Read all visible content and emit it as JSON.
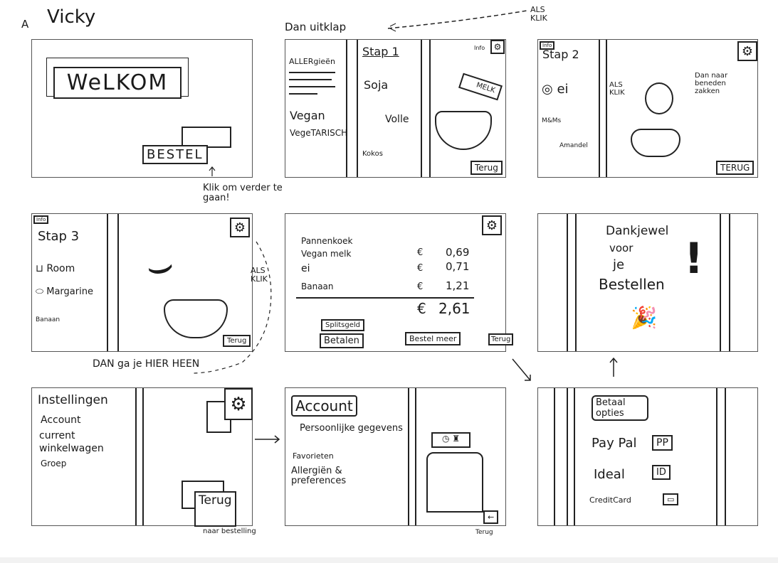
{
  "header": {
    "letter": "A",
    "author": "Vicky"
  },
  "annotations": {
    "als_klik_top": "ALS KLIK",
    "dan_uitklap": "Dan uitklap",
    "klik_om_verder": "Klik om verder te gaan!",
    "als_klik_mid": "ALS KLIK",
    "dan_ga_je": "DAN ga je HIER HEEN",
    "terug_naar_bestelling": "naar bestelling"
  },
  "screens": {
    "welcome": {
      "title": "WeLKOM",
      "order_button": "BESTEL"
    },
    "step1": {
      "sidebar_title": "ALLERgieën",
      "diet_options": [
        "Vegan",
        "VegeTARISCH"
      ],
      "step": "Stap 1",
      "milk_options": [
        "Soja",
        "Volle",
        "Kokos"
      ],
      "info": "Info",
      "carton_label": "MELK",
      "back": "Terug"
    },
    "step2": {
      "info": "Info",
      "step": "Stap 2",
      "items": [
        "ei",
        "M&Ms",
        "Amandel"
      ],
      "click_note": "ALS KLIK",
      "drop_note": "Dan naar beneden zakken",
      "back": "TERUG"
    },
    "step3": {
      "info": "Info",
      "step": "Stap 3",
      "items": [
        "Room",
        "Margarine",
        "Banaan"
      ],
      "back": "Terug"
    },
    "summary": {
      "product": "Pannenkoek",
      "lines": [
        {
          "name": "Vegan melk",
          "currency": "€",
          "price": "0,69"
        },
        {
          "name": "ei",
          "currency": "€",
          "price": "0,71"
        },
        {
          "name": "Banaan",
          "currency": "€",
          "price": "1,21"
        }
      ],
      "total_currency": "€",
      "total": "2,61",
      "split_button": "Splitsgeld",
      "pay_button": "Betalen",
      "order_more_button": "Bestel meer",
      "back": "Terug"
    },
    "thanks": {
      "message": [
        "Dankjewel",
        "voor",
        "je",
        "Bestellen"
      ],
      "exclaim": "!"
    },
    "settings": {
      "title": "Instellingen",
      "items": [
        "Account",
        "current",
        "winkelwagen",
        "Groep"
      ],
      "back": "Terug"
    },
    "account": {
      "title": "Account",
      "items": [
        "Persoonlijke gegevens",
        "Favorieten",
        "Allergiën & preferences"
      ],
      "back": "Terug"
    },
    "payment": {
      "title": "Betaal opties",
      "options": [
        {
          "label": "Pay Pal",
          "badge": "PP"
        },
        {
          "label": "Ideal",
          "badge": "ID"
        },
        {
          "label": "CreditCard",
          "badge": "▭"
        }
      ]
    }
  }
}
